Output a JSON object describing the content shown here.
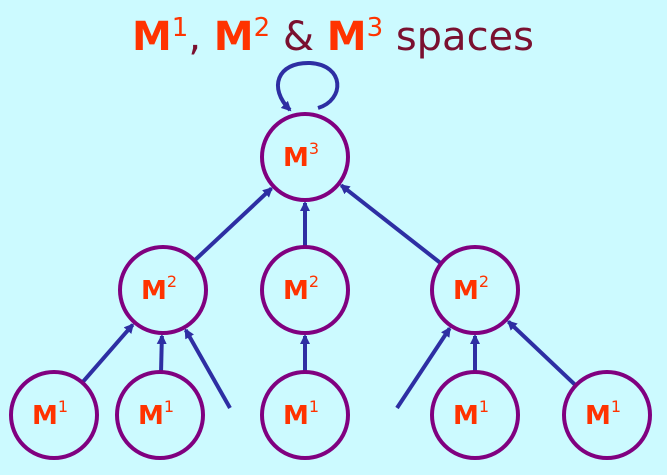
{
  "title": {
    "m1": "M",
    "m1_sup": "1",
    "sep1": ", ",
    "m2": "M",
    "m2_sup": "2",
    "sep2": " & ",
    "m3": "M",
    "m3_sup": "3",
    "rest": " spaces"
  },
  "colors": {
    "background": "#ccfaff",
    "node_stroke": "#800080",
    "arrow": "#2e2ea3",
    "label": "#ff3300",
    "title_accent": "#7a1030"
  },
  "nodes": [
    {
      "id": "m3",
      "letter": "M",
      "sup": "3"
    },
    {
      "id": "m2-left",
      "letter": "M",
      "sup": "2"
    },
    {
      "id": "m2-center",
      "letter": "M",
      "sup": "2"
    },
    {
      "id": "m2-right",
      "letter": "M",
      "sup": "2"
    },
    {
      "id": "m1-1",
      "letter": "M",
      "sup": "1"
    },
    {
      "id": "m1-2",
      "letter": "M",
      "sup": "1"
    },
    {
      "id": "m1-3",
      "letter": "M",
      "sup": "1"
    },
    {
      "id": "m1-4",
      "letter": "M",
      "sup": "1"
    },
    {
      "id": "m1-5",
      "letter": "M",
      "sup": "1"
    }
  ],
  "edges": [
    {
      "from": "m2-left",
      "to": "m3"
    },
    {
      "from": "m2-center",
      "to": "m3"
    },
    {
      "from": "m2-right",
      "to": "m3"
    },
    {
      "from": "m1-1",
      "to": "m2-left"
    },
    {
      "from": "m1-2",
      "to": "m2-left"
    },
    {
      "from": "open-left",
      "to": "m2-left"
    },
    {
      "from": "m1-3",
      "to": "m2-center"
    },
    {
      "from": "open-right",
      "to": "m2-right"
    },
    {
      "from": "m1-4",
      "to": "m2-right"
    },
    {
      "from": "m1-5",
      "to": "m2-right"
    },
    {
      "from": "m3",
      "to": "m3",
      "self_loop": true
    }
  ]
}
